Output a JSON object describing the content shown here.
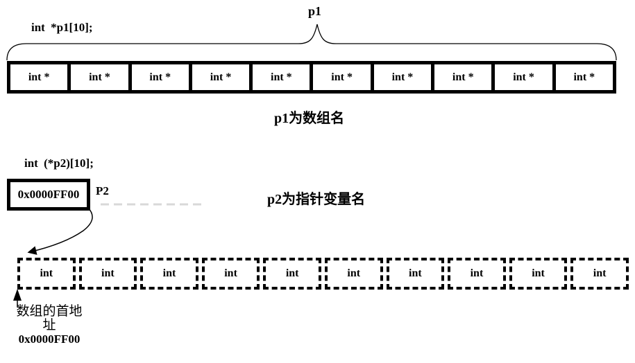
{
  "colors": {
    "ink": "#000000",
    "background": "#ffffff",
    "faint_line": "#d8d8d8"
  },
  "p1_section": {
    "brace_label": "p1",
    "declaration": "int *p1[10];",
    "cells": [
      "int *",
      "int *",
      "int *",
      "int *",
      "int *",
      "int *",
      "int *",
      "int *",
      "int *",
      "int *"
    ],
    "caption": "p1为数组名"
  },
  "p2_section": {
    "declaration": "int (*p2)[10];",
    "pointer_value": "0x0000FF00",
    "pointer_label": "P2",
    "caption": "p2为指针变量名",
    "cells": [
      "int",
      "int",
      "int",
      "int",
      "int",
      "int",
      "int",
      "int",
      "int",
      "int"
    ],
    "address_note": {
      "line1": "数组的首地",
      "line2": "址",
      "line3": "0x0000FF00"
    }
  }
}
